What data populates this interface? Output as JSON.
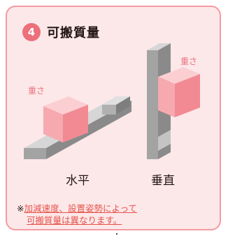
{
  "header": {
    "number": "4",
    "title": "可搬質量"
  },
  "horizontal": {
    "label": "水平",
    "weight_label": "重さ"
  },
  "vertical": {
    "label": "垂直",
    "weight_label": "重さ"
  },
  "note": {
    "mark": "※",
    "line1": "加減速度、設置姿勢によって",
    "line2": "可搬質量は異なります。"
  },
  "colors": {
    "card_bg": "#fde8e9",
    "card_border": "#f59aa2",
    "badge": "#ec6f7c",
    "accent_text": "#ec6f7c",
    "note_link": "#e5534b",
    "rail": "#9c9c9c",
    "cube": "#f28a93"
  }
}
